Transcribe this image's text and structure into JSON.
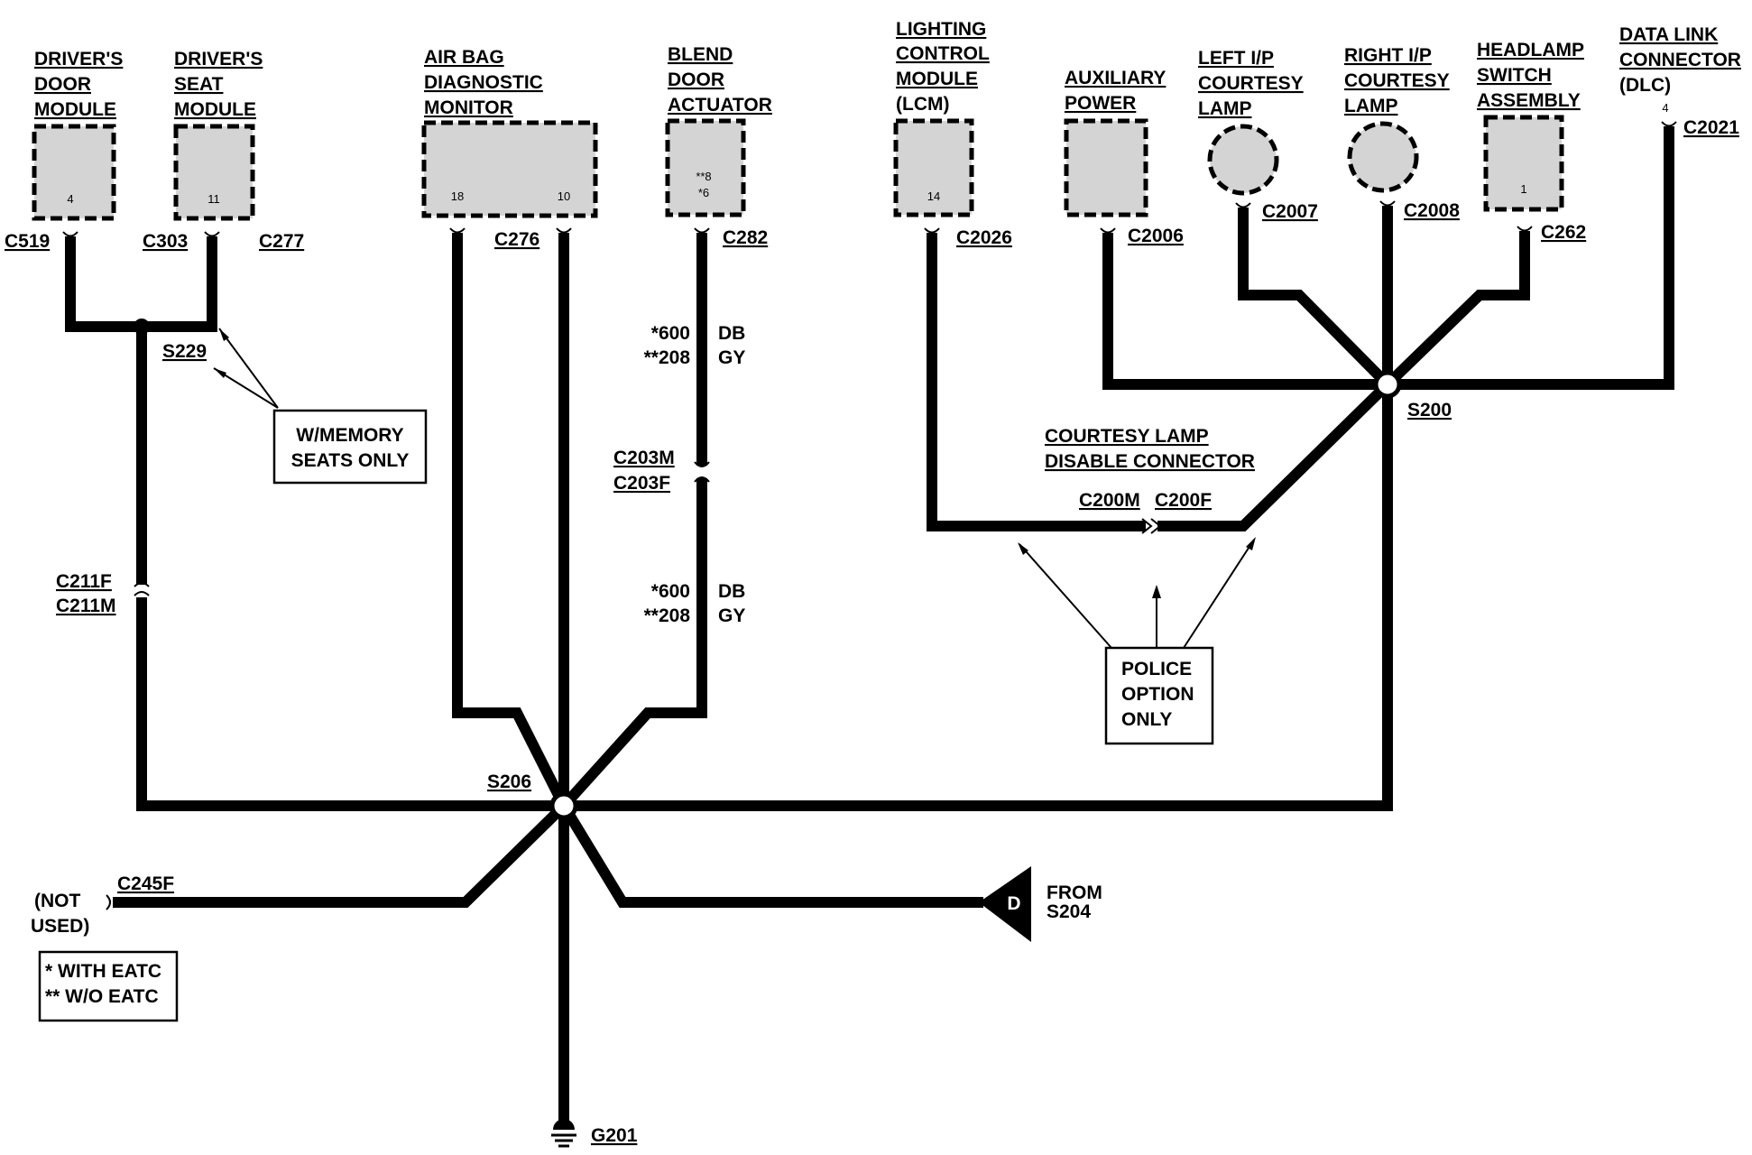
{
  "components": {
    "drivers_door_module": {
      "label": [
        "DRIVER'S",
        "DOOR",
        "MODULE"
      ],
      "pin": "4",
      "connector": "C519"
    },
    "drivers_seat_module": {
      "label": [
        "DRIVER'S",
        "SEAT",
        "MODULE"
      ],
      "pin": "11",
      "connector_left": "C303",
      "connector_right": "C277"
    },
    "air_bag_monitor": {
      "label": [
        "AIR BAG",
        "DIAGNOSTIC",
        "MONITOR"
      ],
      "pins": [
        "18",
        "10"
      ],
      "connector": "C276"
    },
    "blend_door_actuator": {
      "label": [
        "BLEND",
        "DOOR",
        "ACTUATOR"
      ],
      "pins": [
        "**8",
        "*6"
      ],
      "connector": "C282"
    },
    "lighting_control_module": {
      "label": [
        "LIGHTING",
        "CONTROL",
        "MODULE",
        "(LCM)"
      ],
      "pin": "14",
      "connector": "C2026"
    },
    "auxiliary_power": {
      "label": [
        "AUXILIARY",
        "POWER"
      ],
      "connector": "C2006"
    },
    "left_ip_courtesy_lamp": {
      "label": [
        "LEFT I/P",
        "COURTESY",
        "LAMP"
      ],
      "connector": "C2007"
    },
    "right_ip_courtesy_lamp": {
      "label": [
        "RIGHT I/P",
        "COURTESY",
        "LAMP"
      ],
      "connector": "C2008"
    },
    "headlamp_switch_assembly": {
      "label": [
        "HEADLAMP",
        "SWITCH",
        "ASSEMBLY"
      ],
      "pin": "1",
      "connector": "C262"
    },
    "data_link_connector": {
      "label": [
        "DATA LINK",
        "CONNECTOR"
      ],
      "sublabel": "(DLC)",
      "pin": "4",
      "connector": "C2021"
    }
  },
  "splices": {
    "s229": "S229",
    "s206": "S206",
    "s200": "S200"
  },
  "inline_connectors": {
    "c203": [
      "C203M",
      "C203F"
    ],
    "c211": [
      "C211F",
      "C211M"
    ],
    "c200m": "C200M",
    "c200f": "C200F",
    "c245f": "C245F"
  },
  "wire_codes": {
    "upper": {
      "circuit_a": "*600",
      "circuit_b": "**208",
      "color_a": "DB",
      "color_b": "GY"
    },
    "lower": {
      "circuit_a": "*600",
      "circuit_b": "**208",
      "color_a": "DB",
      "color_b": "GY"
    }
  },
  "notes": {
    "memory_seats": [
      "W/MEMORY",
      "SEATS ONLY"
    ],
    "police_option": [
      "POLICE",
      "OPTION",
      "ONLY"
    ],
    "courtesy_lamp_disable": [
      "COURTESY LAMP",
      "DISABLE CONNECTOR"
    ],
    "not_used": [
      "(NOT",
      "USED)"
    ],
    "legend": [
      "* WITH EATC",
      "** W/O EATC"
    ]
  },
  "from_s204": {
    "letter": "D",
    "label": [
      "FROM",
      "S204"
    ]
  },
  "ground": "G201"
}
